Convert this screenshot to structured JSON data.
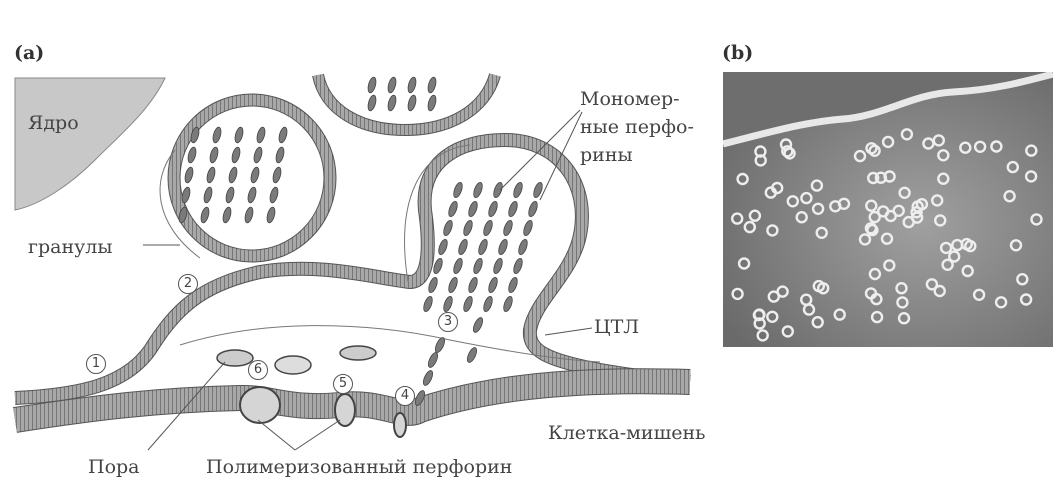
{
  "panels": {
    "a": {
      "tag": "(a)"
    },
    "b": {
      "tag": "(b)"
    }
  },
  "labels": {
    "nucleus": "Ядро",
    "granules": "гранулы",
    "monomeric_perforins": [
      "Мономер-",
      "ные перфо-",
      "рины"
    ],
    "ctl": "ЦТЛ",
    "target_cell": "Клетка-мишень",
    "pore": "Пора",
    "polymerized_perforin": "Полимеризованный перфорин"
  },
  "steps": [
    "1",
    "2",
    "3",
    "4",
    "5",
    "6"
  ],
  "colors": {
    "membrane_fill": "#9a9a9a",
    "membrane_line": "#555555",
    "nucleus_fill": "#c8c8c8",
    "perforin": "#7a7a7a",
    "micrograph_bg": "#8a8a8a",
    "ring": "#eeeeee"
  }
}
